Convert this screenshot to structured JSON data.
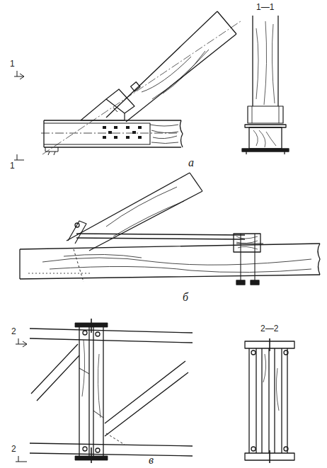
{
  "diagram": {
    "labels": [
      "1",
      "1—1",
      "1",
      "а",
      "б",
      "2",
      "2—2",
      "2",
      "в"
    ]
  }
}
